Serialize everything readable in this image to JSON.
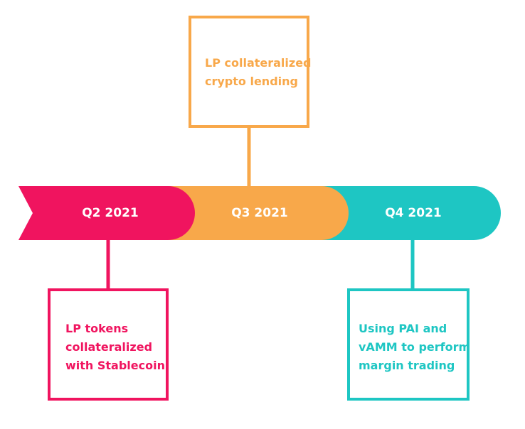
{
  "colors": {
    "q2": "#f0145f",
    "q3": "#f8a84a",
    "q4": "#1ec6c3",
    "background": "#ffffff"
  },
  "timeline": {
    "segments": [
      {
        "label": "Q2 2021"
      },
      {
        "label": "Q3 2021"
      },
      {
        "label": "Q4 2021"
      }
    ]
  },
  "milestones": {
    "q2": [
      "LP tokens",
      "collateralized",
      "with Stablecoin"
    ],
    "q3": [
      "LP collateralized",
      "crypto lending"
    ],
    "q4": [
      "Using PAI and",
      "vAMM to perform",
      "margin trading"
    ]
  }
}
